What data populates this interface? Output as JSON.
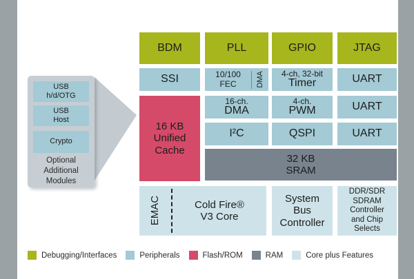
{
  "colors": {
    "debug_green": "#a7b61c",
    "peripheral_blue": "#a3cad5",
    "flash_pink": "#d54a69",
    "ram_gray": "#78838e",
    "core_pale_blue": "#cee3e9",
    "frame_gray": "#9aa2a5",
    "module_gray": "#c6ced3",
    "text_dark": "#1d1d1d"
  },
  "blocks": {
    "bdm": "BDM",
    "pll": "PLL",
    "gpio": "GPIO",
    "jtag": "JTAG",
    "ssi": "SSI",
    "fec": "10/100\nFEC",
    "fec_dma": "DMA",
    "timer_top": "4-ch, 32-bit",
    "timer_main": "Timer",
    "uart": "UART",
    "dma16_top": "16-ch.",
    "dma16_main": "DMA",
    "pwm_top": "4-ch.",
    "pwm_main": "PWM",
    "i2c": "I²C",
    "qspi": "QSPI",
    "cache": "16 KB\nUnified\nCache",
    "sram": "32 KB\nSRAM",
    "emac": "EMAC",
    "coldfire": "Cold Fire®\nV3 Core",
    "system_bus": "System\nBus\nController",
    "sdram": "DDR/SDR\nSDRAM\nController\nand Chip\nSelects"
  },
  "optional_modules": {
    "items": [
      {
        "label": "USB\nh/d/OTG"
      },
      {
        "label": "USB\nHost"
      },
      {
        "label": "Crypto"
      }
    ],
    "caption": "Optional\nAdditional\nModules"
  },
  "legend": [
    {
      "label": "Debugging/Interfaces",
      "color": "#a7b61c"
    },
    {
      "label": "Peripherals",
      "color": "#a3cad5"
    },
    {
      "label": "Flash/ROM",
      "color": "#d54a69"
    },
    {
      "label": "RAM",
      "color": "#78838e"
    },
    {
      "label": "Core plus Features",
      "color": "#cee3e9"
    }
  ]
}
